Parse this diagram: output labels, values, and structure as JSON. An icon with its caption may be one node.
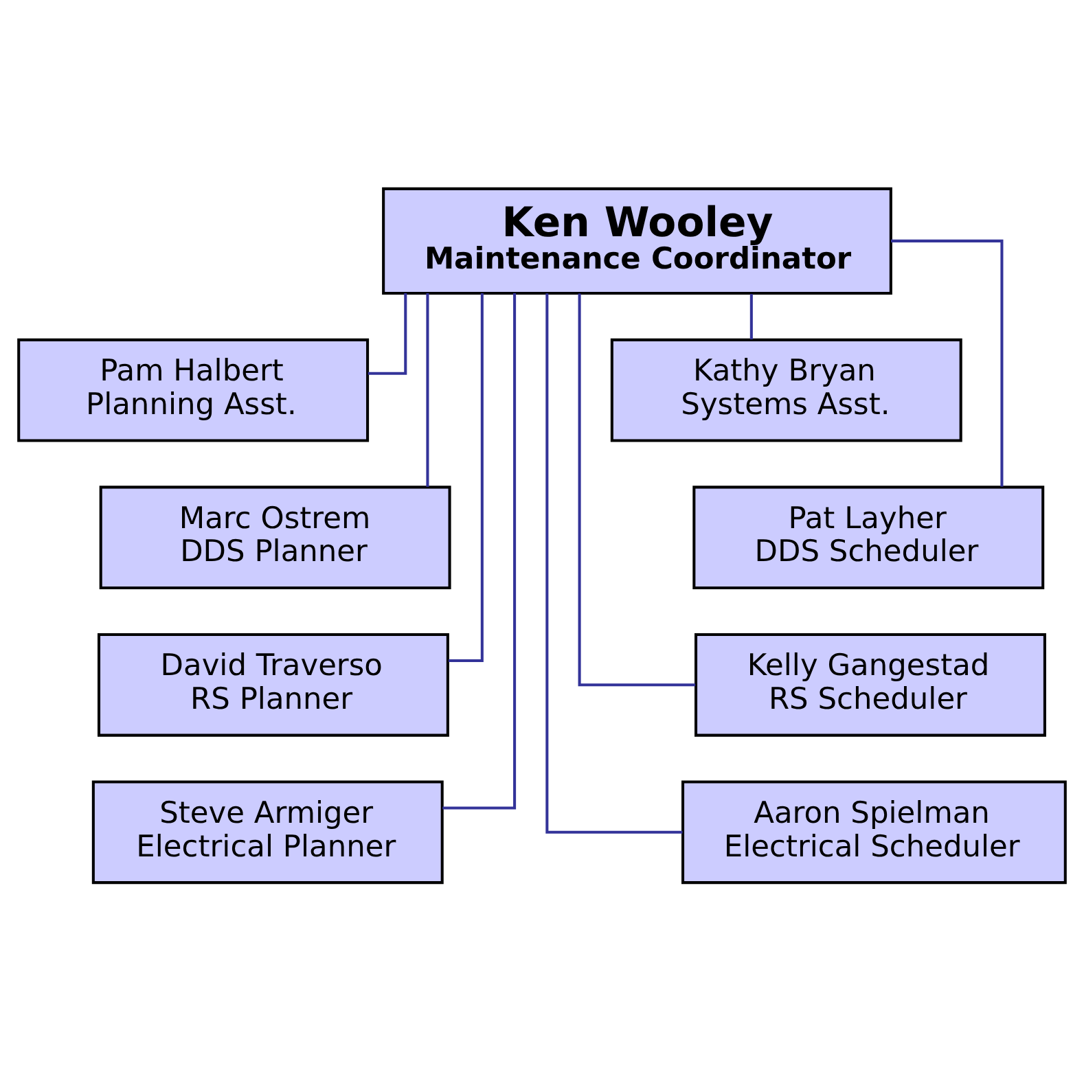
{
  "diagram": {
    "nodes": [
      {
        "text": [
          "Ken Wooley",
          "Maintenance Coordinator"
        ]
      },
      {
        "text": [
          "Pam Halbert",
          "Planning Asst."
        ]
      },
      {
        "text": [
          "Kathy Bryan",
          "Systems Asst."
        ]
      },
      {
        "text": [
          "Marc Ostrem",
          "DDS Planner"
        ]
      },
      {
        "text": [
          "Pat Layher",
          "DDS Scheduler"
        ]
      },
      {
        "text": [
          "David Traverso",
          "RS Planner"
        ]
      },
      {
        "text": [
          "Kelly Gangestad",
          "RS Scheduler"
        ]
      },
      {
        "text": [
          "Steve Armiger",
          "Electrical Planner"
        ]
      },
      {
        "text": [
          "Aaron Spielman",
          "Electrical Scheduler"
        ]
      }
    ],
    "edges": [
      {
        "from": 0,
        "to": 1,
        "arrow": "none"
      },
      {
        "from": 0,
        "to": 2,
        "arrow": "none"
      },
      {
        "from": 0,
        "to": 3,
        "arrow": "none"
      },
      {
        "from": 0,
        "to": 4,
        "arrow": "none"
      },
      {
        "from": 0,
        "to": 5,
        "arrow": "none"
      },
      {
        "from": 0,
        "to": 6,
        "arrow": "none"
      },
      {
        "from": 0,
        "to": 7,
        "arrow": "none"
      },
      {
        "from": 0,
        "to": 8,
        "arrow": "none"
      }
    ]
  }
}
